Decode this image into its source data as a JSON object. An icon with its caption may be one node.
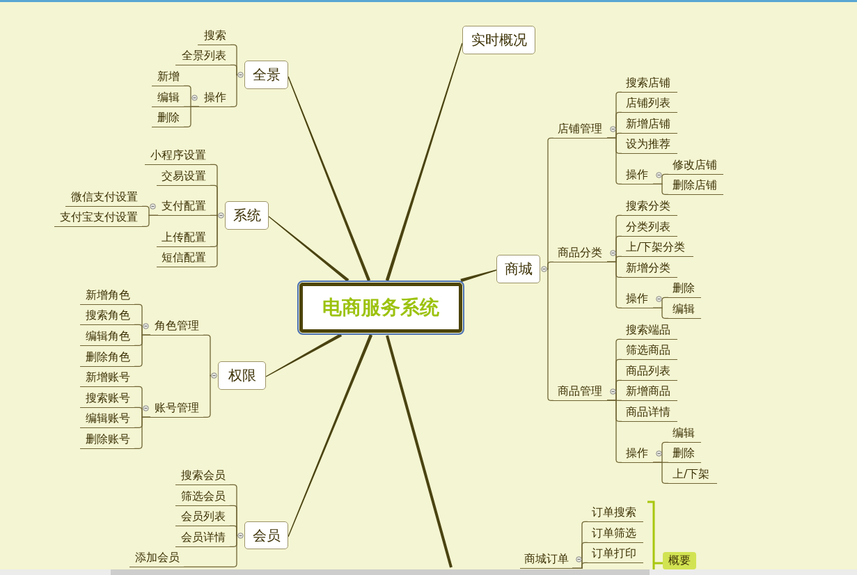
{
  "diagram": {
    "nodes": [
      {
        "text": [
          "电商服务系统"
        ]
      },
      {
        "text": [
          "全景"
        ]
      },
      {
        "text": [
          "搜索"
        ]
      },
      {
        "text": [
          "全景列表"
        ]
      },
      {
        "text": [
          "操作"
        ]
      },
      {
        "text": [
          "新增"
        ]
      },
      {
        "text": [
          "编辑"
        ]
      },
      {
        "text": [
          "删除"
        ]
      },
      {
        "text": [
          "系统"
        ]
      },
      {
        "text": [
          "小程序设置"
        ]
      },
      {
        "text": [
          "交易设置"
        ]
      },
      {
        "text": [
          "支付配置"
        ]
      },
      {
        "text": [
          "微信支付设置"
        ]
      },
      {
        "text": [
          "支付宝支付设置"
        ]
      },
      {
        "text": [
          "上传配置"
        ]
      },
      {
        "text": [
          "短信配置"
        ]
      },
      {
        "text": [
          "权限"
        ]
      },
      {
        "text": [
          "角色管理"
        ]
      },
      {
        "text": [
          "新增角色"
        ]
      },
      {
        "text": [
          "搜索角色"
        ]
      },
      {
        "text": [
          "编辑角色"
        ]
      },
      {
        "text": [
          "删除角色"
        ]
      },
      {
        "text": [
          "账号管理"
        ]
      },
      {
        "text": [
          "新增账号"
        ]
      },
      {
        "text": [
          "搜索账号"
        ]
      },
      {
        "text": [
          "编辑账号"
        ]
      },
      {
        "text": [
          "删除账号"
        ]
      },
      {
        "text": [
          "会员"
        ]
      },
      {
        "text": [
          "搜索会员"
        ]
      },
      {
        "text": [
          "筛选会员"
        ]
      },
      {
        "text": [
          "会员列表"
        ]
      },
      {
        "text": [
          "会员详情"
        ]
      },
      {
        "text": [
          "添加会员"
        ]
      },
      {
        "text": [
          "实时概况"
        ]
      },
      {
        "text": [
          "商城"
        ]
      },
      {
        "text": [
          "店铺管理"
        ]
      },
      {
        "text": [
          "搜索店铺"
        ]
      },
      {
        "text": [
          "店铺列表"
        ]
      },
      {
        "text": [
          "新增店铺"
        ]
      },
      {
        "text": [
          "设为推荐"
        ]
      },
      {
        "text": [
          "操作"
        ]
      },
      {
        "text": [
          "修改店铺"
        ]
      },
      {
        "text": [
          "删除店铺"
        ]
      },
      {
        "text": [
          "商品分类"
        ]
      },
      {
        "text": [
          "搜索分类"
        ]
      },
      {
        "text": [
          "分类列表"
        ]
      },
      {
        "text": [
          "上/下架分类"
        ]
      },
      {
        "text": [
          "新增分类"
        ]
      },
      {
        "text": [
          "操作"
        ]
      },
      {
        "text": [
          "删除"
        ]
      },
      {
        "text": [
          "编辑"
        ]
      },
      {
        "text": [
          "商品管理"
        ]
      },
      {
        "text": [
          "搜索端品"
        ]
      },
      {
        "text": [
          "筛选商品"
        ]
      },
      {
        "text": [
          "商品列表"
        ]
      },
      {
        "text": [
          "新增商品"
        ]
      },
      {
        "text": [
          "商品详情"
        ]
      },
      {
        "text": [
          "操作"
        ]
      },
      {
        "text": [
          "编辑"
        ]
      },
      {
        "text": [
          "删除"
        ]
      },
      {
        "text": [
          "上/下架"
        ]
      },
      {
        "text": [
          "商城订单"
        ]
      },
      {
        "text": [
          "订单搜索"
        ]
      },
      {
        "text": [
          "订单筛选"
        ]
      },
      {
        "text": [
          "订单打印"
        ]
      },
      {
        "text": [
          "概要"
        ]
      }
    ],
    "edges": [
      {
        "from": 0,
        "to": 1,
        "arrow": "none",
        "style": "thick"
      },
      {
        "from": 1,
        "to": 2,
        "arrow": "none"
      },
      {
        "from": 1,
        "to": 3,
        "arrow": "none"
      },
      {
        "from": 1,
        "to": 4,
        "arrow": "none"
      },
      {
        "from": 4,
        "to": 5,
        "arrow": "none"
      },
      {
        "from": 4,
        "to": 6,
        "arrow": "none"
      },
      {
        "from": 4,
        "to": 7,
        "arrow": "none"
      },
      {
        "from": 0,
        "to": 8,
        "arrow": "none",
        "style": "thick"
      },
      {
        "from": 8,
        "to": 9,
        "arrow": "none"
      },
      {
        "from": 8,
        "to": 10,
        "arrow": "none"
      },
      {
        "from": 8,
        "to": 11,
        "arrow": "none"
      },
      {
        "from": 11,
        "to": 12,
        "arrow": "none"
      },
      {
        "from": 11,
        "to": 13,
        "arrow": "none"
      },
      {
        "from": 8,
        "to": 14,
        "arrow": "none"
      },
      {
        "from": 8,
        "to": 15,
        "arrow": "none"
      },
      {
        "from": 0,
        "to": 16,
        "arrow": "none",
        "style": "thick"
      },
      {
        "from": 16,
        "to": 17,
        "arrow": "none"
      },
      {
        "from": 17,
        "to": 18,
        "arrow": "none"
      },
      {
        "from": 17,
        "to": 19,
        "arrow": "none"
      },
      {
        "from": 17,
        "to": 20,
        "arrow": "none"
      },
      {
        "from": 17,
        "to": 21,
        "arrow": "none"
      },
      {
        "from": 16,
        "to": 22,
        "arrow": "none"
      },
      {
        "from": 22,
        "to": 23,
        "arrow": "none"
      },
      {
        "from": 22,
        "to": 24,
        "arrow": "none"
      },
      {
        "from": 22,
        "to": 25,
        "arrow": "none"
      },
      {
        "from": 22,
        "to": 26,
        "arrow": "none"
      },
      {
        "from": 0,
        "to": 27,
        "arrow": "none",
        "style": "thick"
      },
      {
        "from": 27,
        "to": 28,
        "arrow": "none"
      },
      {
        "from": 27,
        "to": 29,
        "arrow": "none"
      },
      {
        "from": 27,
        "to": 30,
        "arrow": "none"
      },
      {
        "from": 27,
        "to": 31,
        "arrow": "none"
      },
      {
        "from": 27,
        "to": 32,
        "arrow": "none"
      },
      {
        "from": 0,
        "to": 33,
        "arrow": "none",
        "style": "thick"
      },
      {
        "from": 0,
        "to": 34,
        "arrow": "none",
        "style": "thick"
      },
      {
        "from": 34,
        "to": 35,
        "arrow": "none"
      },
      {
        "from": 35,
        "to": 36,
        "arrow": "none"
      },
      {
        "from": 35,
        "to": 37,
        "arrow": "none"
      },
      {
        "from": 35,
        "to": 38,
        "arrow": "none"
      },
      {
        "from": 35,
        "to": 39,
        "arrow": "none"
      },
      {
        "from": 35,
        "to": 40,
        "arrow": "none"
      },
      {
        "from": 40,
        "to": 41,
        "arrow": "none"
      },
      {
        "from": 40,
        "to": 42,
        "arrow": "none"
      },
      {
        "from": 34,
        "to": 43,
        "arrow": "none"
      },
      {
        "from": 43,
        "to": 44,
        "arrow": "none"
      },
      {
        "from": 43,
        "to": 45,
        "arrow": "none"
      },
      {
        "from": 43,
        "to": 46,
        "arrow": "none"
      },
      {
        "from": 43,
        "to": 47,
        "arrow": "none"
      },
      {
        "from": 43,
        "to": 48,
        "arrow": "none"
      },
      {
        "from": 48,
        "to": 49,
        "arrow": "none"
      },
      {
        "from": 48,
        "to": 50,
        "arrow": "none"
      },
      {
        "from": 34,
        "to": 51,
        "arrow": "none"
      },
      {
        "from": 51,
        "to": 52,
        "arrow": "none"
      },
      {
        "from": 51,
        "to": 53,
        "arrow": "none"
      },
      {
        "from": 51,
        "to": 54,
        "arrow": "none"
      },
      {
        "from": 51,
        "to": 55,
        "arrow": "none"
      },
      {
        "from": 51,
        "to": 56,
        "arrow": "none"
      },
      {
        "from": 51,
        "to": 57,
        "arrow": "none"
      },
      {
        "from": 57,
        "to": 58,
        "arrow": "none"
      },
      {
        "from": 57,
        "to": 59,
        "arrow": "none"
      },
      {
        "from": 57,
        "to": 60,
        "arrow": "none"
      },
      {
        "from": 0,
        "to": null,
        "arrow": "none",
        "style": "thick"
      },
      {
        "from": 61,
        "to": 62,
        "arrow": "none"
      },
      {
        "from": 61,
        "to": 63,
        "arrow": "none"
      },
      {
        "from": 61,
        "to": 64,
        "arrow": "none"
      }
    ]
  }
}
